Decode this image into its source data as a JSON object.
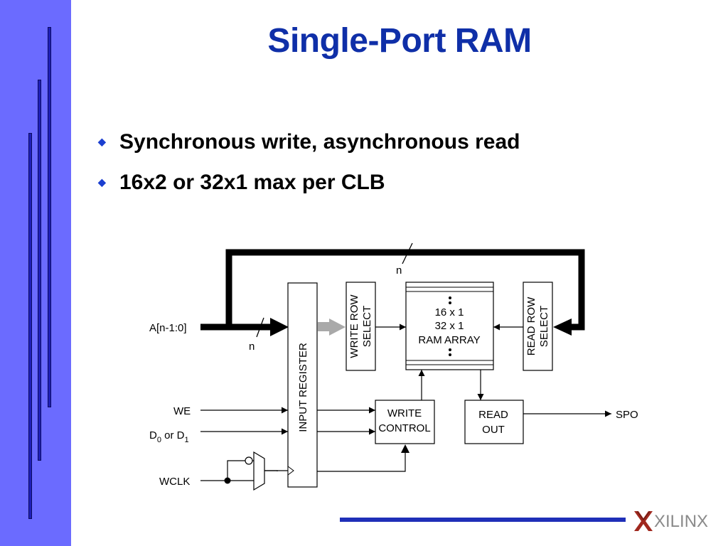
{
  "title": "Single-Port RAM",
  "bullets": [
    {
      "text": "Synchronous write, asynchronous read"
    },
    {
      "text": "16x2 or 32x1 max per CLB"
    }
  ],
  "diagram": {
    "bus_width_label": "n",
    "address_label": "A[n-1:0]",
    "we_label": "WE",
    "data_label_main": "D",
    "data_sub_0": "0",
    "data_or": " or ",
    "data_sub_1": "1",
    "wclk_label": "WCLK",
    "input_register": "INPUT REGISTER",
    "write_row_select": [
      "WRITE ROW",
      "SELECT"
    ],
    "read_row_select": [
      "READ ROW",
      "SELECT"
    ],
    "ram_array": [
      "16 x 1",
      "32 x 1",
      "RAM ARRAY"
    ],
    "write_control": [
      "WRITE",
      "CONTROL"
    ],
    "read_out": [
      "READ",
      "OUT"
    ],
    "output_label": "SPO"
  },
  "logo": {
    "text": "XILINX",
    "icon": "xilinx-x-logo-icon"
  },
  "colors": {
    "side_band": "#6b6bff",
    "bars": "#1f1fb8",
    "title": "#0f2fa8",
    "footer_line": "#1f2fb8"
  }
}
